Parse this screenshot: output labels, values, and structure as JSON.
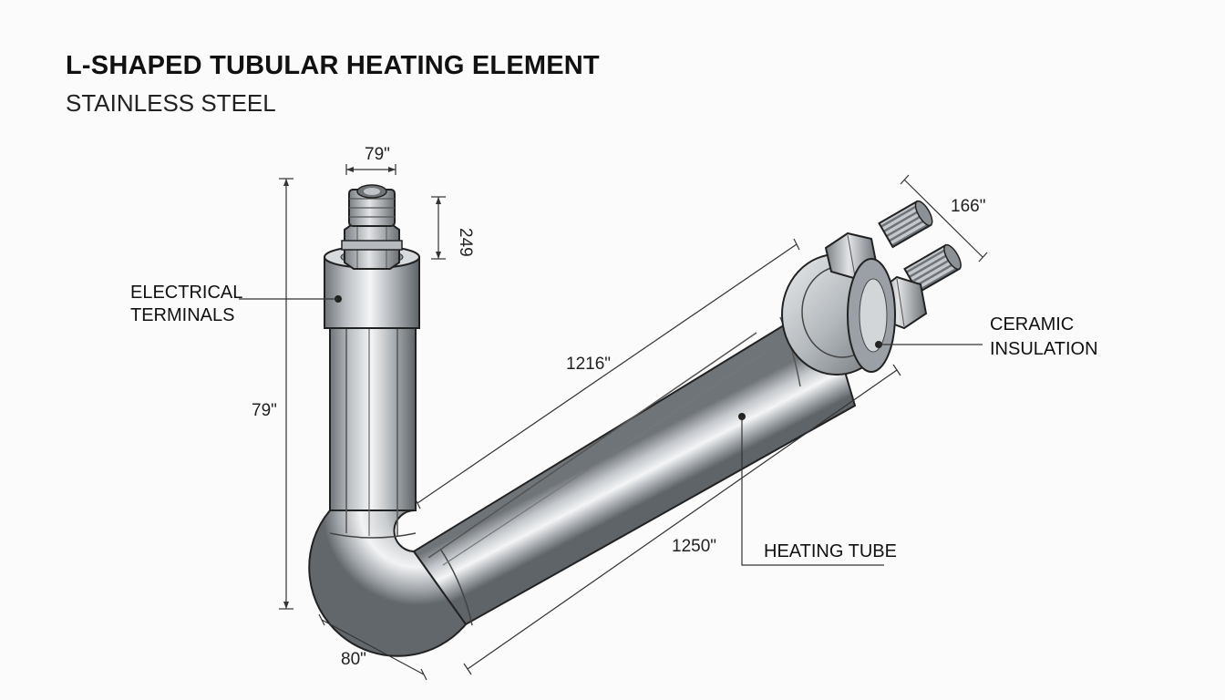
{
  "header": {
    "title": "L-SHAPED TUBULAR HEATING ELEMENT",
    "subtitle": "STAINLESS STEEL"
  },
  "callouts": {
    "electrical_terminals": [
      "ELECTRICAL",
      "TERMINALS"
    ],
    "ceramic_insulation": [
      "CERAMIC",
      "INSULATION"
    ],
    "heating_tube": "HEATING TUBE"
  },
  "dimensions": {
    "terminal_width": "79\"",
    "nut_height": "249",
    "vertical_length": "79\"",
    "bend_width": "80\"",
    "diagonal_upper": "1216\"",
    "diagonal_lower": "1250\"",
    "terminal_spacing": "166\""
  },
  "colors": {
    "line": "#222222",
    "steel_dark": "#6f7478",
    "steel_mid": "#c4c8cc",
    "steel_light": "#f4f5f6"
  }
}
